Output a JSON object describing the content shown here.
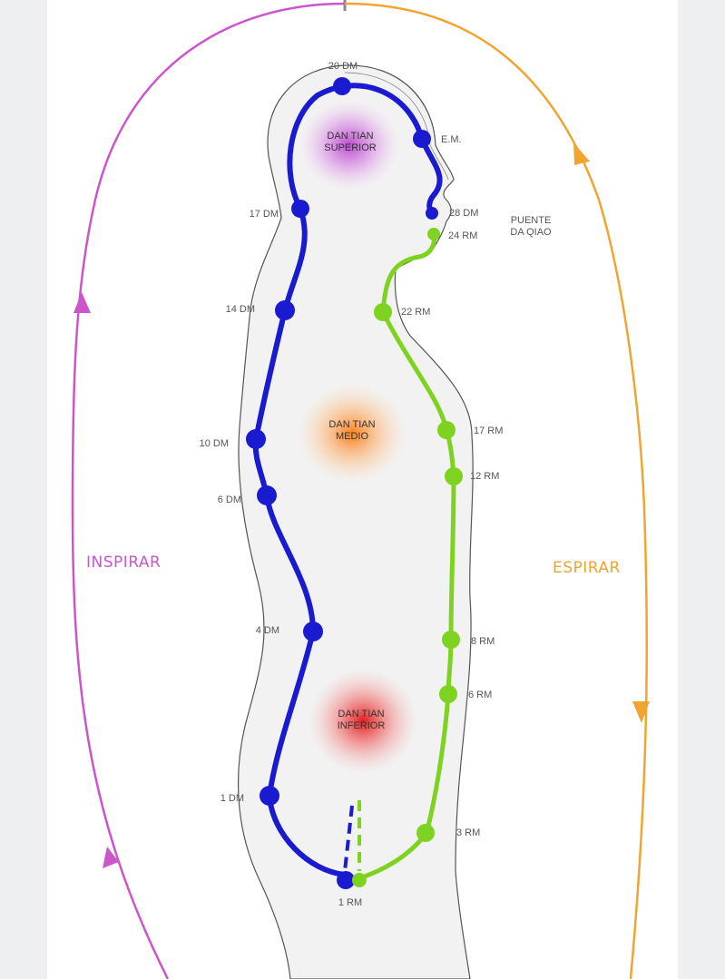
{
  "colors": {
    "page_background": "#eeeff0",
    "panel_background": "#ffffff",
    "body_fill": "#f2f2f2",
    "body_outline": "#555555",
    "du_mai_channel": "#1a1ad0",
    "ren_mai_channel": "#7ed321",
    "inhale_cycle": "#cc55cc",
    "exhale_cycle": "#f0a530",
    "upper_dantian": "#b030c8",
    "middle_dantian": "#ff8a20",
    "lower_dantian": "#e51e1e"
  },
  "cycle": {
    "inhale_label": "INSPIRAR",
    "exhale_label": "ESPIRAR"
  },
  "dantian": {
    "upper": {
      "line1": "DAN TIAN",
      "line2": "SUPERIOR"
    },
    "middle": {
      "line1": "DAN TIAN",
      "line2": "MEDIO"
    },
    "lower": {
      "line1": "DAN TIAN",
      "line2": "INFERIOR"
    }
  },
  "bridge": {
    "line1": "PUENTE",
    "line2": "DA QIAO"
  },
  "du_mai_points": {
    "p20": "20 DM",
    "em": "E.M.",
    "p17": "17 DM",
    "p28": "28 DM",
    "p14": "14 DM",
    "p10": "10 DM",
    "p6": "6 DM",
    "p4": "4 DM",
    "p1": "1 DM"
  },
  "ren_mai_points": {
    "p24": "24 RM",
    "p22": "22 RM",
    "p17": "17 RM",
    "p12": "12 RM",
    "p8": "8 RM",
    "p6": "6 RM",
    "p3": "3 RM",
    "p1": "1 RM"
  }
}
